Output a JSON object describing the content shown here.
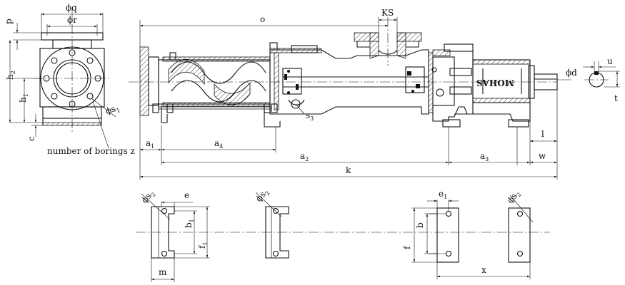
{
  "labels": {
    "phi_q": "ϕq",
    "p": "p",
    "phi_r": "ϕr",
    "h2": "h",
    "h2_sub": "2",
    "h1": "h",
    "h1_sub": "1",
    "c": "c",
    "phi_s1": "ϕs",
    "phi_s1_sub": "1",
    "borings": "number of borings z",
    "o": "o",
    "ks": "KS",
    "s3": "s",
    "s3_sub": "3",
    "phi_d": "ϕd",
    "u": "u",
    "t": "t",
    "l": "l",
    "w": "w",
    "a1": "a",
    "a1_sub": "1",
    "a4": "a",
    "a4_sub": "4",
    "a2": "a",
    "a2_sub": "2",
    "a3": "a",
    "a3_sub": "3",
    "k": "k",
    "brand": "MOHAS",
    "phi_s2_left": "ϕs",
    "phi_s2_left_sub": "2",
    "e": "e",
    "b1": "b",
    "b1_sub": "1",
    "f1": "f",
    "f1_sub": "1",
    "m": "m",
    "phi_s2_mid": "ϕs",
    "phi_s2_mid_sub": "2",
    "e1": "e",
    "e1_sub": "1",
    "b": "b",
    "f": "f",
    "phi_s2_right": "ϕs",
    "phi_s2_right_sub": "2",
    "x": "x"
  }
}
